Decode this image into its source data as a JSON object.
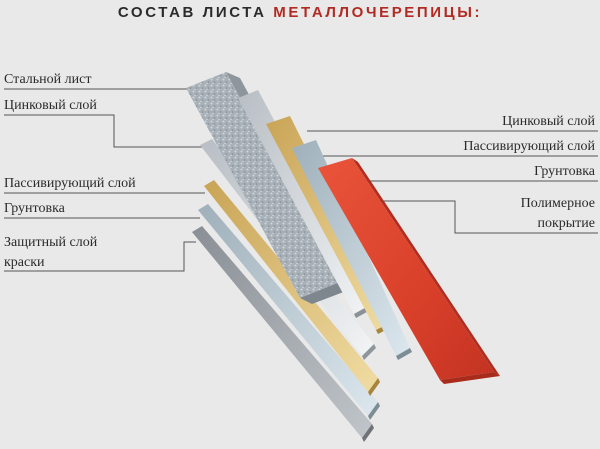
{
  "title": {
    "part1": "СОСТАВ ЛИСТА ",
    "part2": "МЕТАЛЛОЧЕРЕПИЦЫ:"
  },
  "left_labels": {
    "steel_sheet": "Стальной лист",
    "zinc_layer": "Цинковый слой",
    "passivating_layer": "Пассивирующий слой",
    "primer": "Грунтовка",
    "protective_paint_1": "Защитный слой",
    "protective_paint_2": "краски"
  },
  "right_labels": {
    "zinc_layer": "Цинковый слой",
    "passivating_layer": "Пассивирующий слой",
    "primer": "Грунтовка",
    "polymer_coating_1": "Полимерное",
    "polymer_coating_2": "покрытие"
  },
  "colors": {
    "title_accent": "#b22a22",
    "steel": "#b4b9be",
    "zinc": "#d3d6d9",
    "passivating": "#d4b36a",
    "primer": "#aebdc6",
    "paint": "#8d9196",
    "polymer": "#d9452b"
  }
}
